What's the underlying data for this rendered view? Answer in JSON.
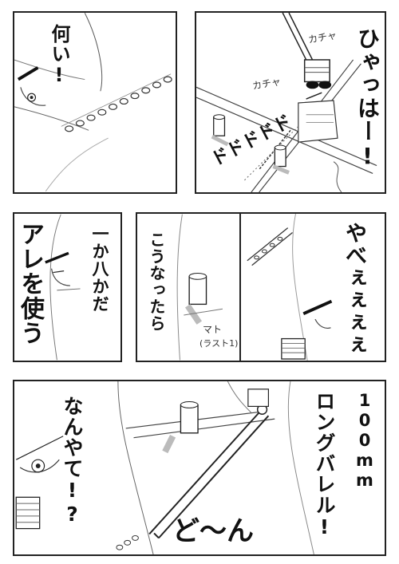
{
  "panels": {
    "p1": {
      "speech": "何い!"
    },
    "p2": {
      "sfx_kacha1": "カチャ",
      "sfx_kacha2": "カチャ",
      "sfx_dododo": "ドドドドド",
      "speech": "ひゃっはー!"
    },
    "p3": {
      "speech": "アレを使う"
    },
    "p4": {
      "speech": "一か八かだ"
    },
    "p5": {
      "speech": "こうなったら",
      "note_label": "マト",
      "note_sub": "(ラスト1)"
    },
    "p6": {
      "speech": "やべぇぇぇぇ"
    },
    "p7": {
      "speech_left": "なんやて!?",
      "speech_right_1": "100mm",
      "speech_right_2": "ロングバレル!",
      "sfx_don": "ど〜ん"
    }
  }
}
